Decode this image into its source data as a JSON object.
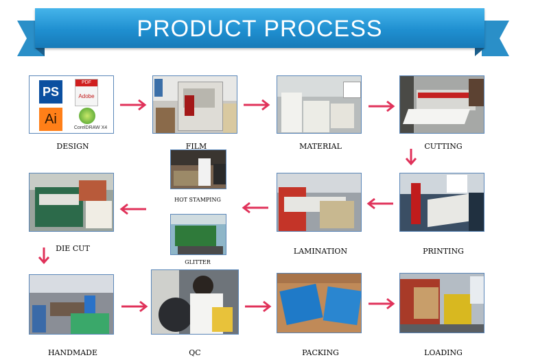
{
  "banner": {
    "title": "PRODUCT PROCESS"
  },
  "steps": {
    "design": "DESIGN",
    "film": "FILM",
    "material": "MATERIAL",
    "cutting": "CUTTING",
    "hot_stamping": "HOT STAMPING",
    "glitter": "GLITTER",
    "die_cut": "DIE CUT",
    "lamination": "LAMINATION",
    "printing": "PRINTING",
    "handmade": "HANDMADE",
    "qc": "QC",
    "packing": "PACKING",
    "loading": "LOADING"
  },
  "design_icons": {
    "ps": "PS",
    "pdf": "PDF",
    "adobe": "Adobe",
    "ai": "Ai",
    "coreldraw": "CorelDRAW X4"
  },
  "colors": {
    "banner": "#2a8fc8",
    "arrow": "#e0325a",
    "frame": "#5a86b8"
  }
}
